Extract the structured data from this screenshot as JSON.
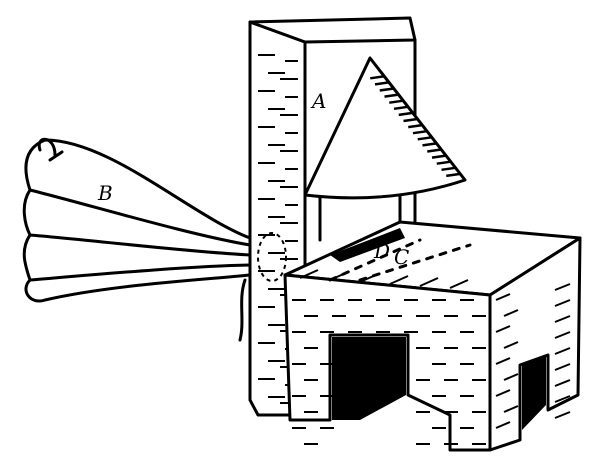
{
  "labels": {
    "hood": "A",
    "bellows": "B",
    "fire_d": "D",
    "fire_c": "C"
  },
  "colors": {
    "ink": "#000000",
    "paper": "#ffffff"
  }
}
